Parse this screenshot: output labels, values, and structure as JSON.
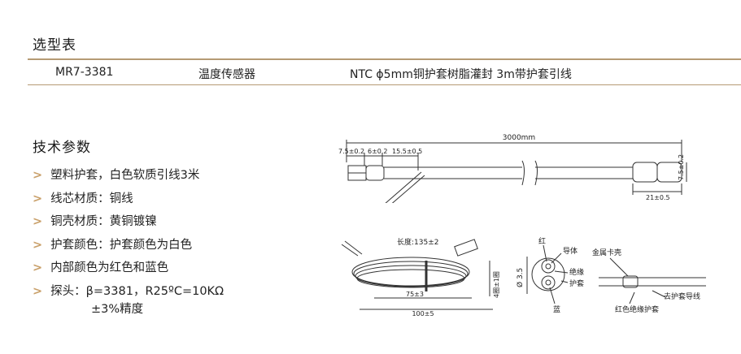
{
  "selection": {
    "title": "选型表",
    "row": {
      "model": "MR7-3381",
      "name": "温度传感器",
      "desc": "NTC  ϕ5mm铜护套树脂灌封 3m带护套引线"
    }
  },
  "tech": {
    "title": "技术参数",
    "bullet_glyph": ">",
    "items": [
      "塑料护套，白色软质引线3米",
      "线芯材质：铜线",
      "铜壳材质：黄铜镀镍",
      "护套颜色：护套颜色为白色",
      "内部颜色为红色和蓝色",
      "探头：β=3381，R25ºC=10KΩ"
    ],
    "continuation": "±3%精度"
  },
  "drawing_main": {
    "total_length": "3000mm",
    "dim_a": "7.5±0.2",
    "dim_b": "6±0.2",
    "dim_c": "15.5±0.5",
    "probe_len": "21±0.5",
    "probe_dia": "7.5±0.2"
  },
  "drawing_coil": {
    "length_label": "长度:135±2",
    "loop_label": "4圈±1圈",
    "dim_inner": "75±3",
    "dim_outer": "100±5"
  },
  "drawing_section": {
    "red": "红",
    "conductor": "导体",
    "insulation": "绝缘",
    "sheath": "护套",
    "blue": "蓝",
    "diameter": "Ø 3.5"
  },
  "drawing_detail": {
    "shell": "金属卡壳",
    "strip_sheath": "去护套导线",
    "red_sleeve": "红色绝缘护套"
  },
  "colors": {
    "rule": "#b59a74",
    "bullet": "#c9a06a",
    "line": "#333333"
  }
}
